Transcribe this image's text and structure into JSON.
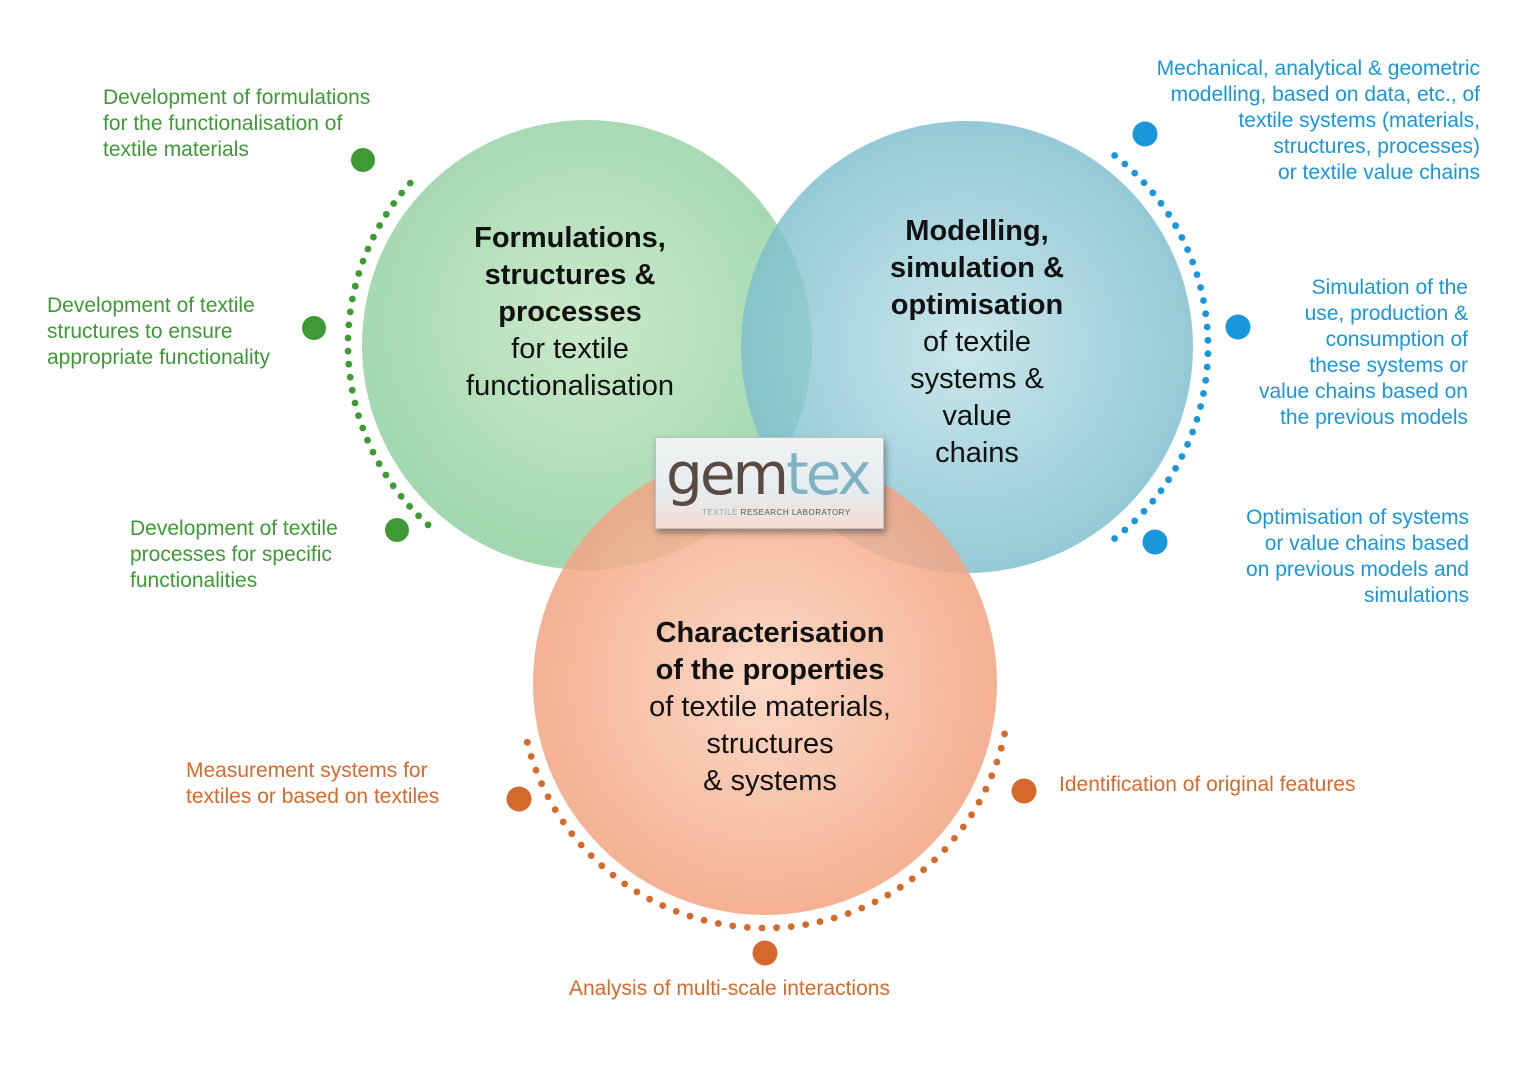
{
  "circles": {
    "green": {
      "title_strong": "Formulations, structures & processes",
      "title_strong_lines": [
        "Formulations,",
        "structures &",
        "processes"
      ],
      "title_rest_lines": [
        "for textile",
        "functionalisation"
      ],
      "color": "#8fce9a"
    },
    "blue": {
      "title_strong_lines": [
        "Modelling,",
        "simulation &",
        "optimisation"
      ],
      "title_rest_lines": [
        "of textile",
        "systems &",
        "value",
        "chains"
      ],
      "color": "#7ec0cf"
    },
    "orange": {
      "title_strong_lines": [
        "Characterisation",
        "of the properties"
      ],
      "title_rest_lines": [
        "of textile materials,",
        "structures",
        "& systems"
      ],
      "color": "#f3a07a"
    }
  },
  "annotations": {
    "green": [
      {
        "lines": [
          "Development of formulations",
          "for the functionalisation of",
          "textile materials"
        ]
      },
      {
        "lines": [
          "Development of textile",
          "structures to ensure",
          "appropriate functionality"
        ]
      },
      {
        "lines": [
          "Development of textile",
          "processes for specific",
          "functionalities"
        ]
      }
    ],
    "blue": [
      {
        "lines": [
          "Mechanical, analytical & geometric",
          "modelling, based on data, etc., of",
          "textile systems (materials,",
          "structures, processes)",
          "or textile value chains"
        ]
      },
      {
        "lines": [
          "Simulation of the",
          "use, production &",
          "consumption of",
          "these systems or",
          "value chains based on",
          "the previous models"
        ]
      },
      {
        "lines": [
          "Optimisation of systems",
          "or value chains based",
          "on previous models and",
          "simulations"
        ]
      }
    ],
    "orange": [
      {
        "lines": [
          "Measurement systems for",
          "textiles or based on textiles"
        ]
      },
      {
        "lines": [
          "Identification of original features"
        ]
      },
      {
        "lines": [
          "Analysis of multi-scale interactions"
        ]
      }
    ]
  },
  "logo": {
    "word_part1": "gem",
    "word_part2": "tex",
    "tagline_part1": "TEXTILE",
    "tagline_part2": " RESEARCH LABORATORY"
  },
  "colors": {
    "green_accent": "#3e9a35",
    "blue_accent": "#1897dc",
    "orange_accent": "#d56a2c"
  }
}
